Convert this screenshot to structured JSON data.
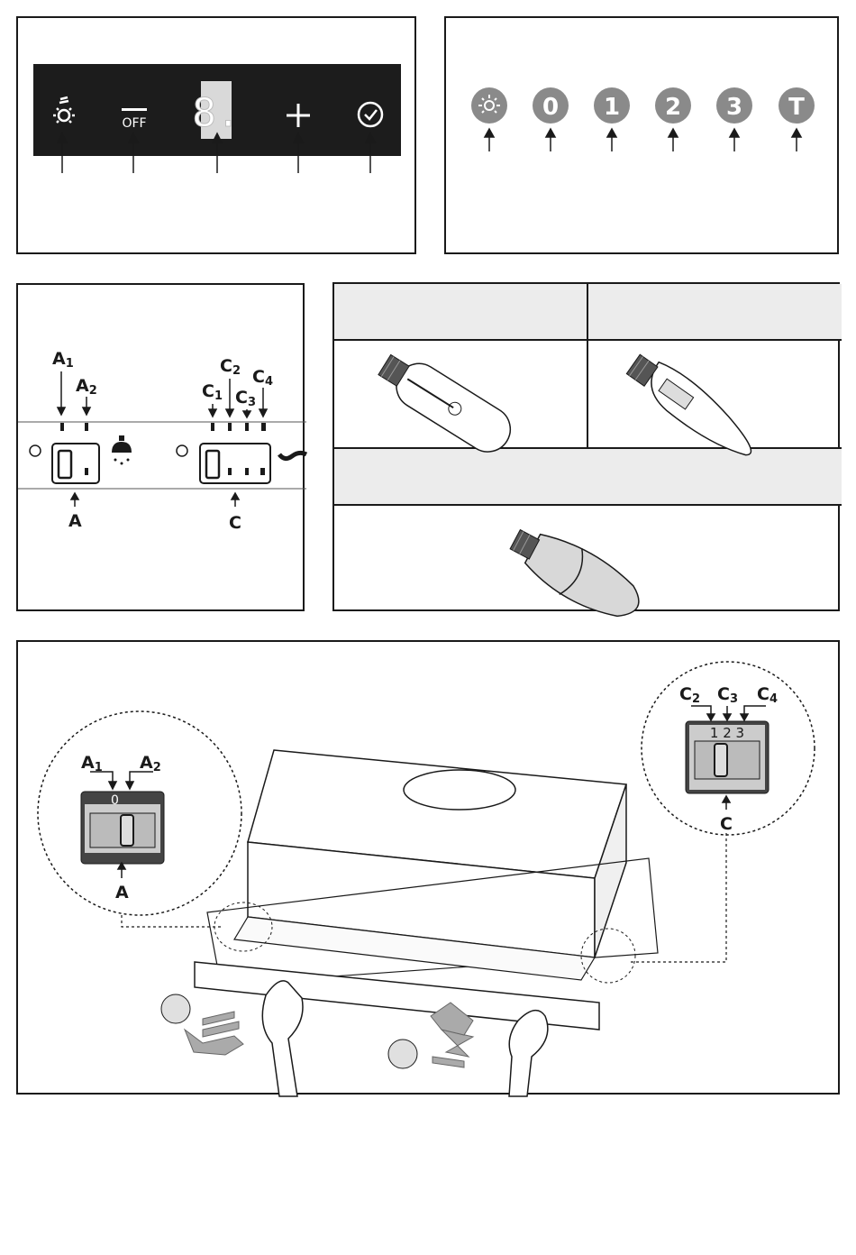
{
  "panel1": {
    "off_label": "OFF",
    "display_digit": "8."
  },
  "panel2": {
    "buttons": [
      "0",
      "1",
      "2",
      "3",
      "T"
    ]
  },
  "panel3": {
    "switch_a": {
      "label": "A",
      "pin1": "A",
      "pin1_sub": "1",
      "pin2": "A",
      "pin2_sub": "2"
    },
    "switch_c": {
      "label": "C",
      "pin1": "C",
      "pin1_sub": "1",
      "pin2": "C",
      "pin2_sub": "2",
      "pin3": "C",
      "pin3_sub": "3",
      "pin4": "C",
      "pin4_sub": "4"
    }
  },
  "panel5": {
    "detail_a": {
      "label": "A",
      "left": "A",
      "left_sub": "1",
      "right": "A",
      "right_sub": "2",
      "mark0": "0"
    },
    "detail_c": {
      "label": "C",
      "c2": "C",
      "c2_sub": "2",
      "c3": "C",
      "c3_sub": "3",
      "c4": "C",
      "c4_sub": "4",
      "digits": "1 2 3"
    }
  }
}
